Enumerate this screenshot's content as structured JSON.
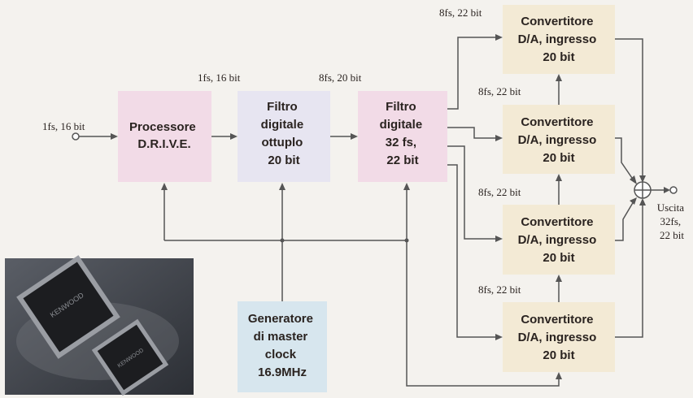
{
  "colors": {
    "background": "#f4f2ee",
    "processor_fill": "#f2dbe7",
    "filter1_fill": "#e7e5f1",
    "filter2_fill": "#f2dbe7",
    "converter_fill": "#f3ead5",
    "clock_fill": "#d7e6ee",
    "wire": "#555555"
  },
  "input": {
    "label": "1fs, 16 bit"
  },
  "blocks": {
    "processor": {
      "lines": [
        "Processore",
        "D.R.I.V.E."
      ]
    },
    "filter1": {
      "lines": [
        "Filtro",
        "digitale",
        "ottuplo",
        "20 bit"
      ]
    },
    "filter2": {
      "lines": [
        "Filtro",
        "digitale",
        "32 fs,",
        "22 bit"
      ]
    },
    "clock": {
      "lines": [
        "Generatore",
        "di master",
        "clock",
        "16.9MHz"
      ]
    },
    "converters": [
      {
        "lines": [
          "Convertitore",
          "D/A, ingresso",
          "20 bit"
        ]
      },
      {
        "lines": [
          "Convertitore",
          "D/A, ingresso",
          "20 bit"
        ]
      },
      {
        "lines": [
          "Convertitore",
          "D/A, ingresso",
          "20 bit"
        ]
      },
      {
        "lines": [
          "Convertitore",
          "D/A, ingresso",
          "20 bit"
        ]
      }
    ]
  },
  "signal_labels": {
    "proc_to_filter1": "1fs, 16 bit",
    "filter1_to_filter2": "8fs, 20 bit",
    "conv1_in": "8fs, 22 bit",
    "conv2_in": "8fs, 22 bit",
    "conv3_in": "8fs, 22 bit",
    "conv4_in": "8fs, 22 bit"
  },
  "output": {
    "lines": [
      "Uscita",
      "32fs,",
      "22 bit"
    ]
  },
  "photo": {
    "chip_text": "KENWOOD",
    "description": "chip-photo"
  }
}
